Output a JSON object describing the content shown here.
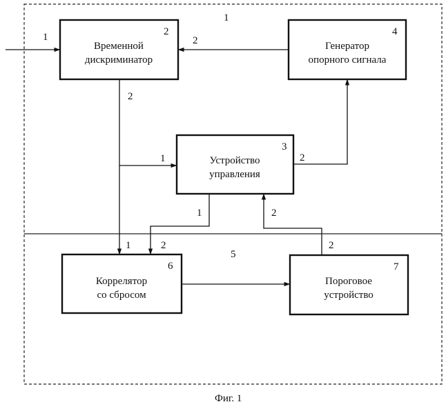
{
  "caption": "Фиг. 1",
  "regions": {
    "upper": "1",
    "lower": "5"
  },
  "blocks": {
    "discriminator": {
      "number": "2",
      "lines": [
        "Временной",
        "дискриминатор"
      ]
    },
    "generator": {
      "number": "4",
      "lines": [
        "Генератор",
        "опорного сигнала"
      ]
    },
    "control": {
      "number": "3",
      "lines": [
        "Устройство",
        "управления"
      ]
    },
    "correlator": {
      "number": "6",
      "lines": [
        "Коррелятор",
        "со сбросом"
      ]
    },
    "threshold": {
      "number": "7",
      "lines": [
        "Пороговое",
        "устройство"
      ]
    }
  },
  "ports": {
    "input_in": "1",
    "gen_to_disc": "2",
    "disc_out": "2",
    "control_in": "1",
    "control_out_gen": "2",
    "control_out_corr": "1",
    "control_in_threshold": "2",
    "corr_in_disc": "1",
    "corr_in_control": "2",
    "threshold_out": "2"
  }
}
